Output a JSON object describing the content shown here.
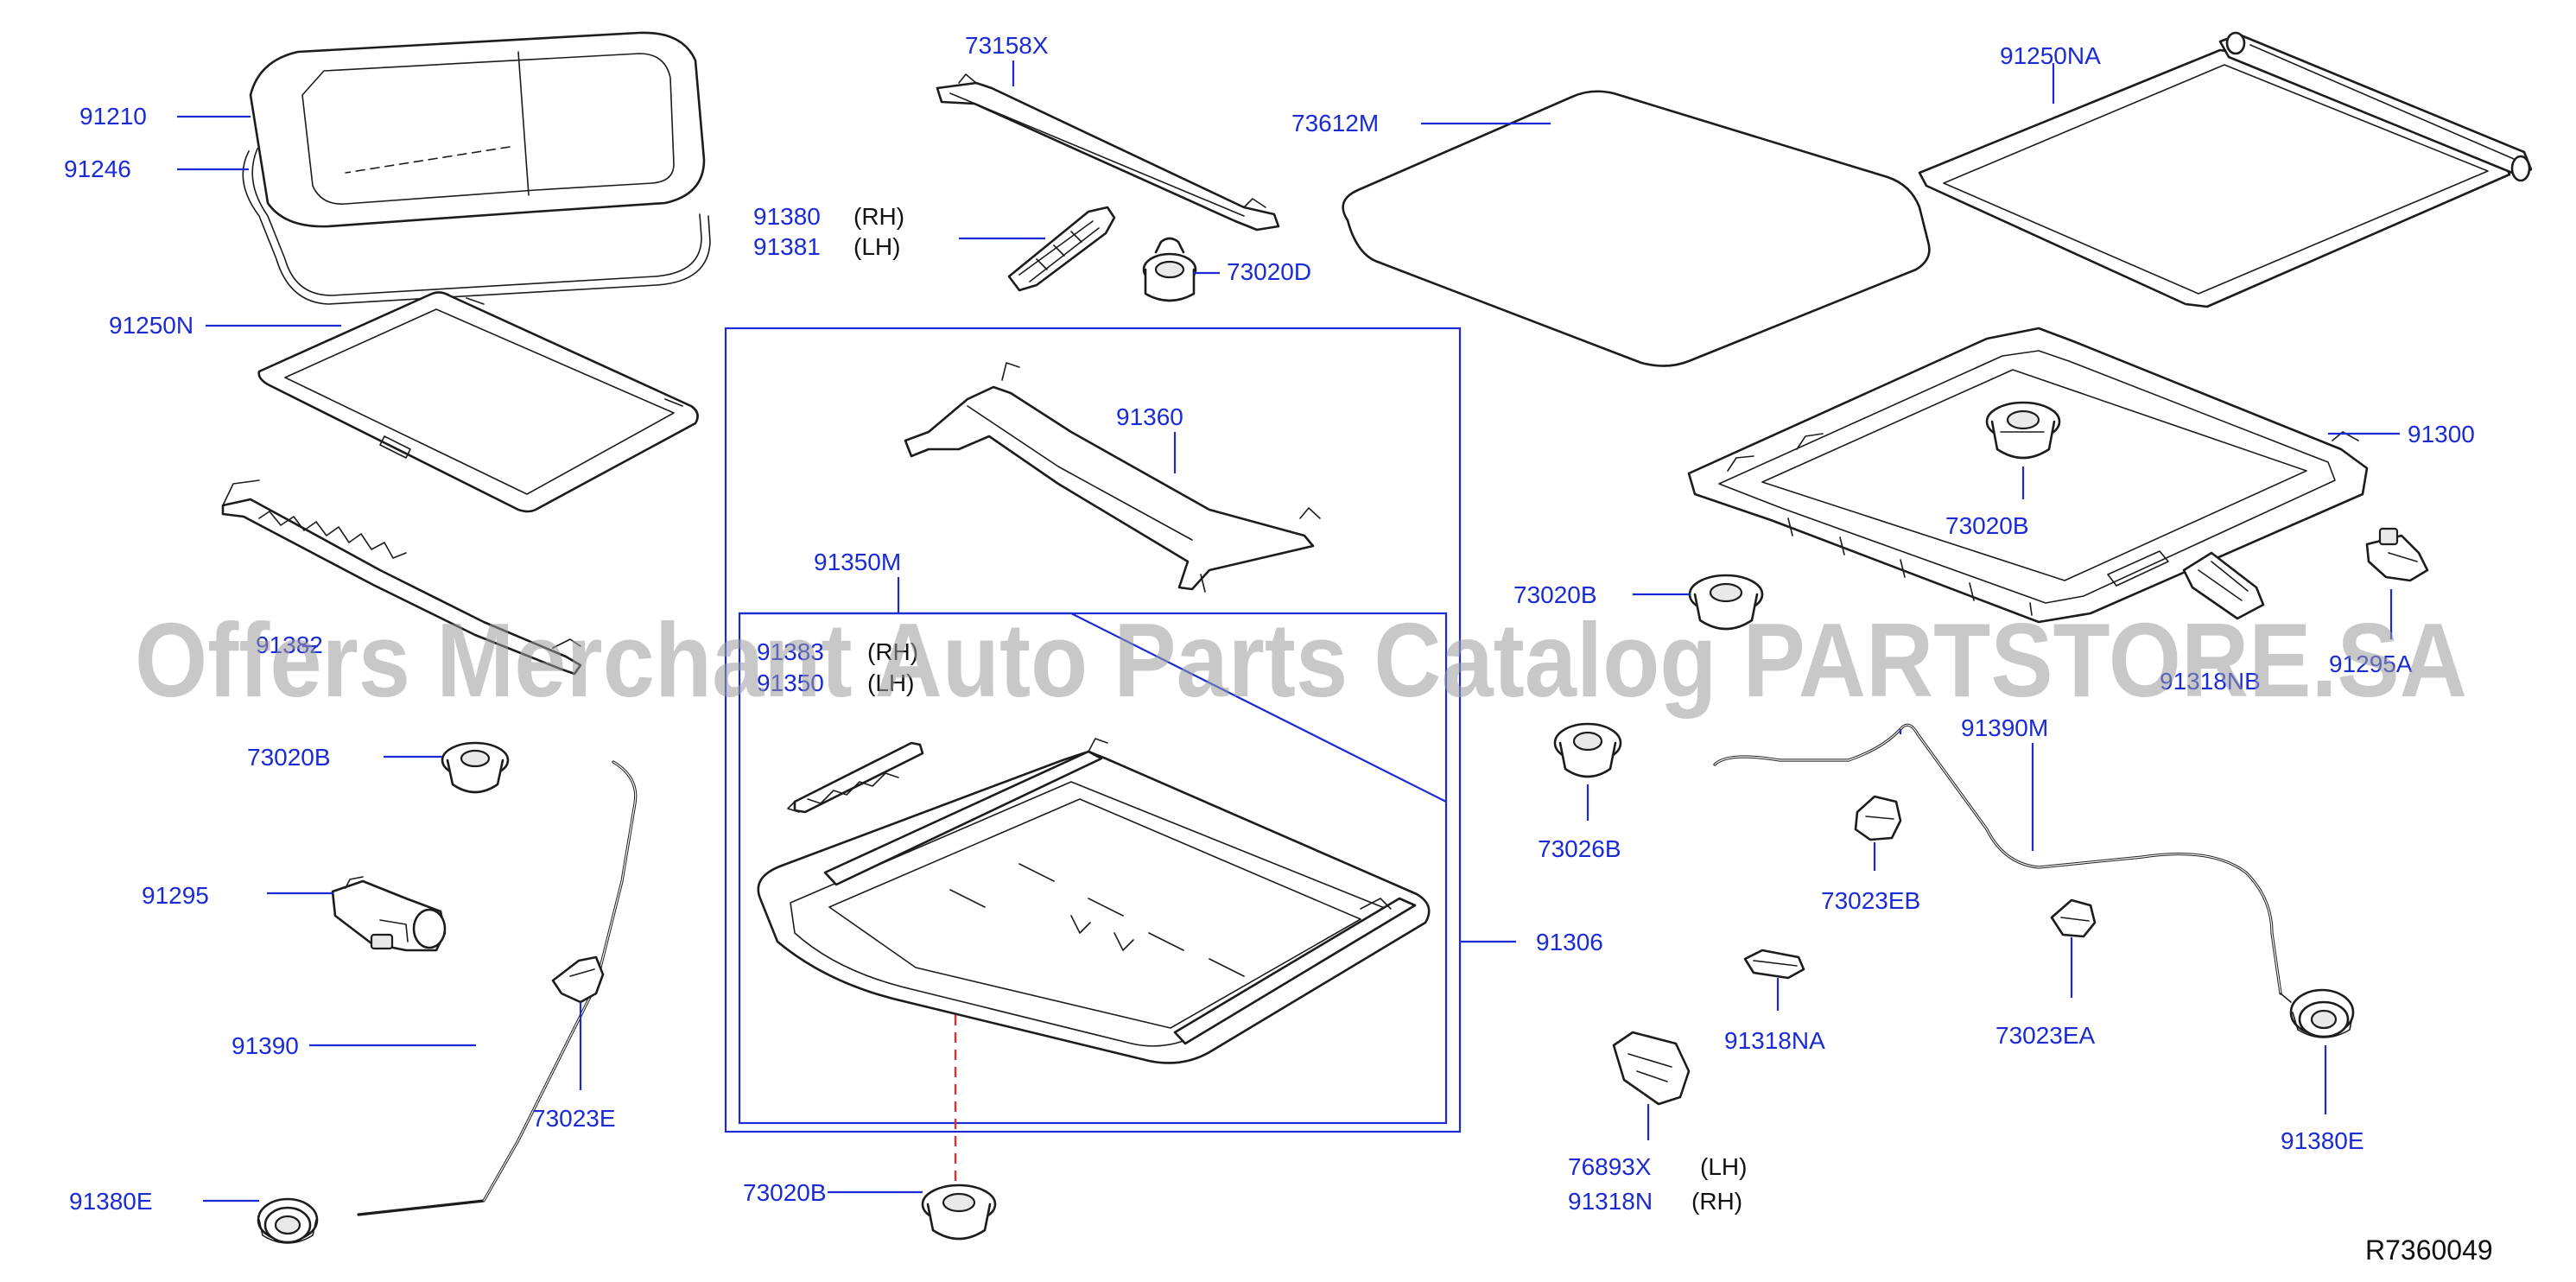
{
  "labels": {
    "l91210": "91210",
    "l91246": "91246",
    "l91250N": "91250N",
    "l91380": "91380",
    "l91381": "91381",
    "l91380_side": "(RH)",
    "l91381_side": "(LH)",
    "l73158X": "73158X",
    "l73020D": "73020D",
    "l73612M": "73612M",
    "l91250NA": "91250NA",
    "l91360": "91360",
    "l91350M": "91350M",
    "l91383": "91383",
    "l91383_side": "(RH)",
    "l91350": "91350",
    "l91350_side": "(LH)",
    "l91300": "91300",
    "l73020B_top": "73020B",
    "l73020B_mid": "73020B",
    "l73020B_left": "73020B",
    "l73020B_bottom": "73020B",
    "l91318NB": "91318NB",
    "l91295A": "91295A",
    "l91390M": "91390M",
    "l73026B": "73026B",
    "l73023EB": "73023EB",
    "l91295": "91295",
    "l91306": "91306",
    "l73023EA": "73023EA",
    "l91318NA": "91318NA",
    "l91390": "91390",
    "l73023E": "73023E",
    "l91380E_left": "91380E",
    "l91380E_right": "91380E",
    "l76893X": "76893X",
    "l76893X_side": "(LH)",
    "l91318N": "91318N",
    "l91318N_side": "(RH)",
    "l91382": "91382"
  },
  "watermark": "Offers Merchant Auto Parts Catalog PARTSTORE.SA",
  "reference_code": "R7360049",
  "colors": {
    "label": "#1a2bd6",
    "line": "#1c1c1c",
    "watermark": "#9a9a9a",
    "dashed_guide": "#e03030"
  }
}
